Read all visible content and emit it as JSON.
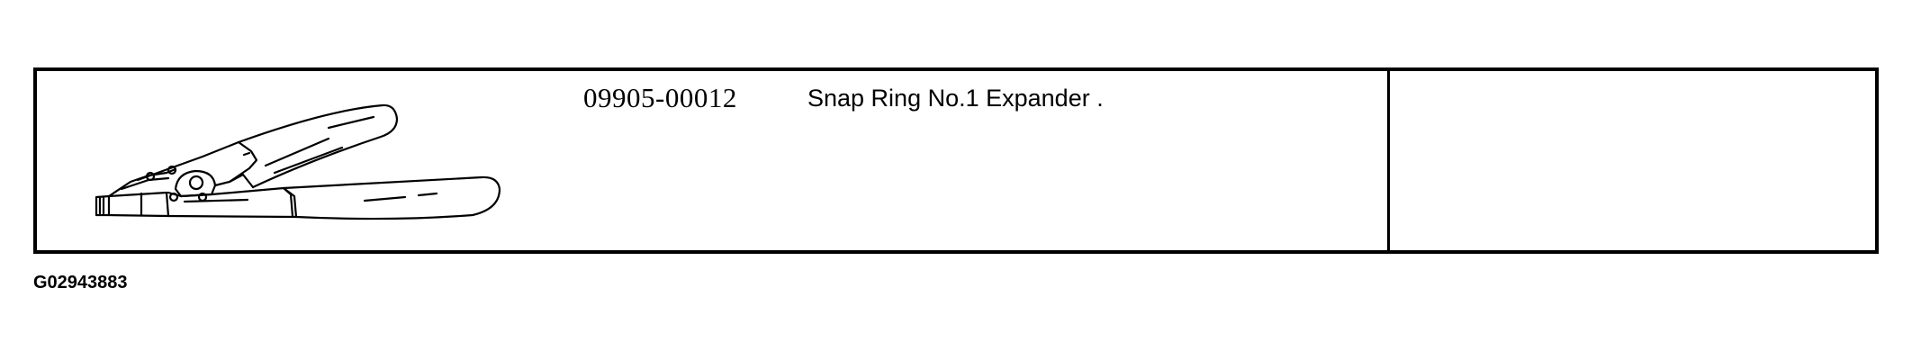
{
  "tool_entry": {
    "part_number": "09905-00012",
    "tool_name": "Snap Ring No.1 Expander .",
    "illustration_icon": "snap-ring-pliers-icon",
    "notes": ""
  },
  "figure": {
    "id": "G02943883"
  },
  "colors": {
    "line": "#000000",
    "background": "#ffffff"
  }
}
